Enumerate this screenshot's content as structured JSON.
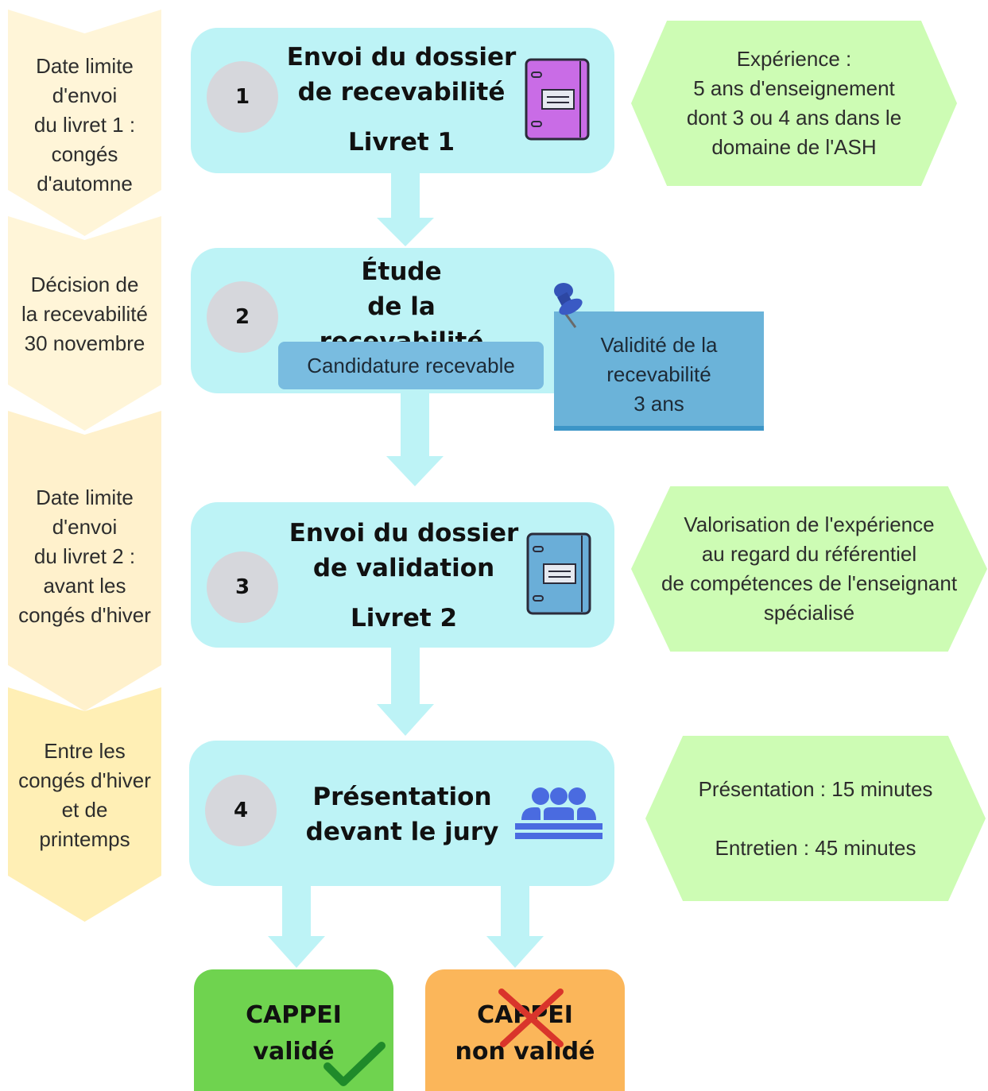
{
  "timeline": [
    {
      "lines": [
        "Date limite",
        "d'envoi",
        "du livret 1 :",
        "congés",
        "d'automne"
      ],
      "color": "#fff5d8"
    },
    {
      "lines": [
        "Décision de",
        "la recevabilité",
        "30 novembre"
      ],
      "color": "#fff5d8"
    },
    {
      "lines": [
        "Date limite",
        "d'envoi",
        "du livret 2 :",
        "avant les",
        "congés d'hiver"
      ],
      "color": "#fff1cc"
    },
    {
      "lines": [
        "Entre les",
        "congés d'hiver",
        "et de",
        "printemps"
      ],
      "color": "#ffefb5"
    }
  ],
  "steps": [
    {
      "number": "1",
      "title_lines": [
        "Envoi du dossier",
        "de recevabilité"
      ],
      "subtitle": "Livret 1",
      "icon": "purple-notebook-icon"
    },
    {
      "number": "2",
      "title_lines": [
        "Étude",
        "de la recevabilité"
      ],
      "tag": "Candidature recevable",
      "icon": "pushpin-icon"
    },
    {
      "number": "3",
      "title_lines": [
        "Envoi du dossier",
        "de validation"
      ],
      "subtitle": "Livret 2",
      "icon": "blue-notebook-icon"
    },
    {
      "number": "4",
      "title_lines": [
        "Présentation",
        "devant le jury"
      ],
      "icon": "jury-icon"
    }
  ],
  "note": {
    "lines": [
      "Validité de la",
      "recevabilité",
      "3 ans"
    ]
  },
  "hexagons": [
    {
      "lines": [
        "Expérience :",
        "5 ans d'enseignement",
        "dont 3 ou 4 ans dans le",
        "domaine de l'ASH"
      ]
    },
    {
      "lines": [
        "Valorisation de l'expérience",
        "au regard du référentiel",
        "de compétences de l'enseignant",
        "spécialisé"
      ]
    },
    {
      "lines": [
        "Présentation : 15 minutes",
        "",
        "Entretien : 45 minutes"
      ]
    }
  ],
  "results": [
    {
      "lines": [
        "CAPPEI",
        "validé"
      ],
      "icon": "checkmark-icon",
      "color": "#6fd34f"
    },
    {
      "lines": [
        "CAPPEI",
        "non validé"
      ],
      "icon": "cross-icon",
      "color": "#fbb65a"
    }
  ],
  "colors": {
    "step_bg": "#bdf3f6",
    "arrow": "#bdf3f6",
    "hex_bg": "#cdfcb4",
    "note_bg": "#6bb3d9",
    "tag_bg": "#79bce0"
  }
}
